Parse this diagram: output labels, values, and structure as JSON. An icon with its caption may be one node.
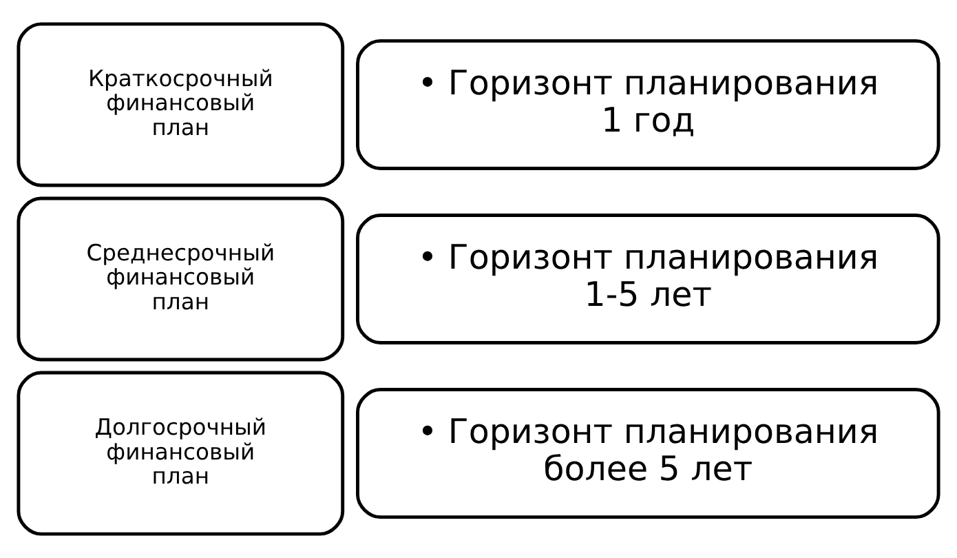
{
  "diagram": {
    "nodes": [
      {
        "text": [
          "Краткосрочный финансовый план"
        ]
      },
      {
        "text": [
          "• Горизонт планирования 1 год"
        ]
      },
      {
        "text": [
          "Среднесрочный финансовый план"
        ]
      },
      {
        "text": [
          "• Горизонт планирования 1-5 лет"
        ]
      },
      {
        "text": [
          "Долгосрочный финансовый план"
        ]
      },
      {
        "text": [
          "• Горизонт планирования более 5 лет"
        ]
      }
    ],
    "edges": []
  }
}
